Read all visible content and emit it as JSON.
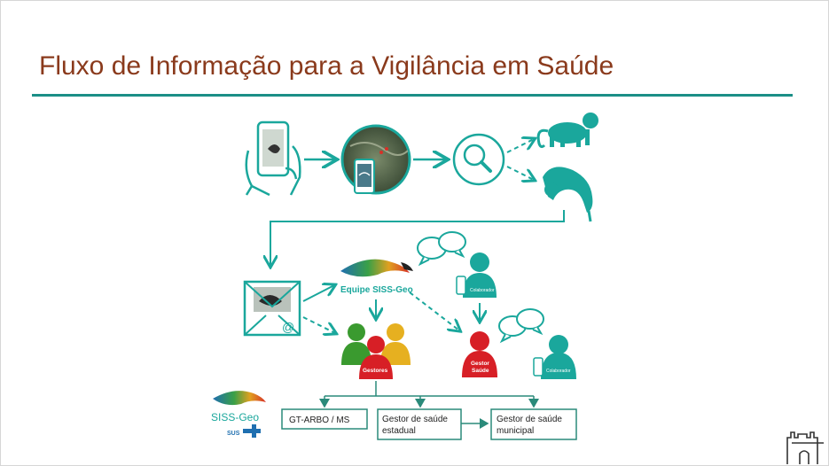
{
  "slide": {
    "title": "Fluxo de Informação para a Vigilância em Saúde"
  },
  "labels": {
    "equipe": "Equipe SISS-Geo",
    "colaborador": "Colaborador",
    "gestores": "Gestores",
    "gestor_saude_line1": "Gestor",
    "gestor_saude_line2": "Saúde",
    "colaborador2": "Colaborador",
    "logo_text": "SISS-Geo",
    "logo_sub": "SUS"
  },
  "boxes": {
    "gtarbo": "GT-ARBO / MS",
    "estadual_line1": "Gestor de saúde",
    "estadual_line2": "estadual",
    "municipal_line1": "Gestor de saúde",
    "municipal_line2": "municipal"
  },
  "colors": {
    "teal": "#1aa79c",
    "title": "#8a3a1c",
    "rule": "#1b8f87",
    "red": "#d71f26",
    "green": "#3a9a2f",
    "yellow": "#e6b020",
    "dark_green": "#1f5f3f"
  }
}
